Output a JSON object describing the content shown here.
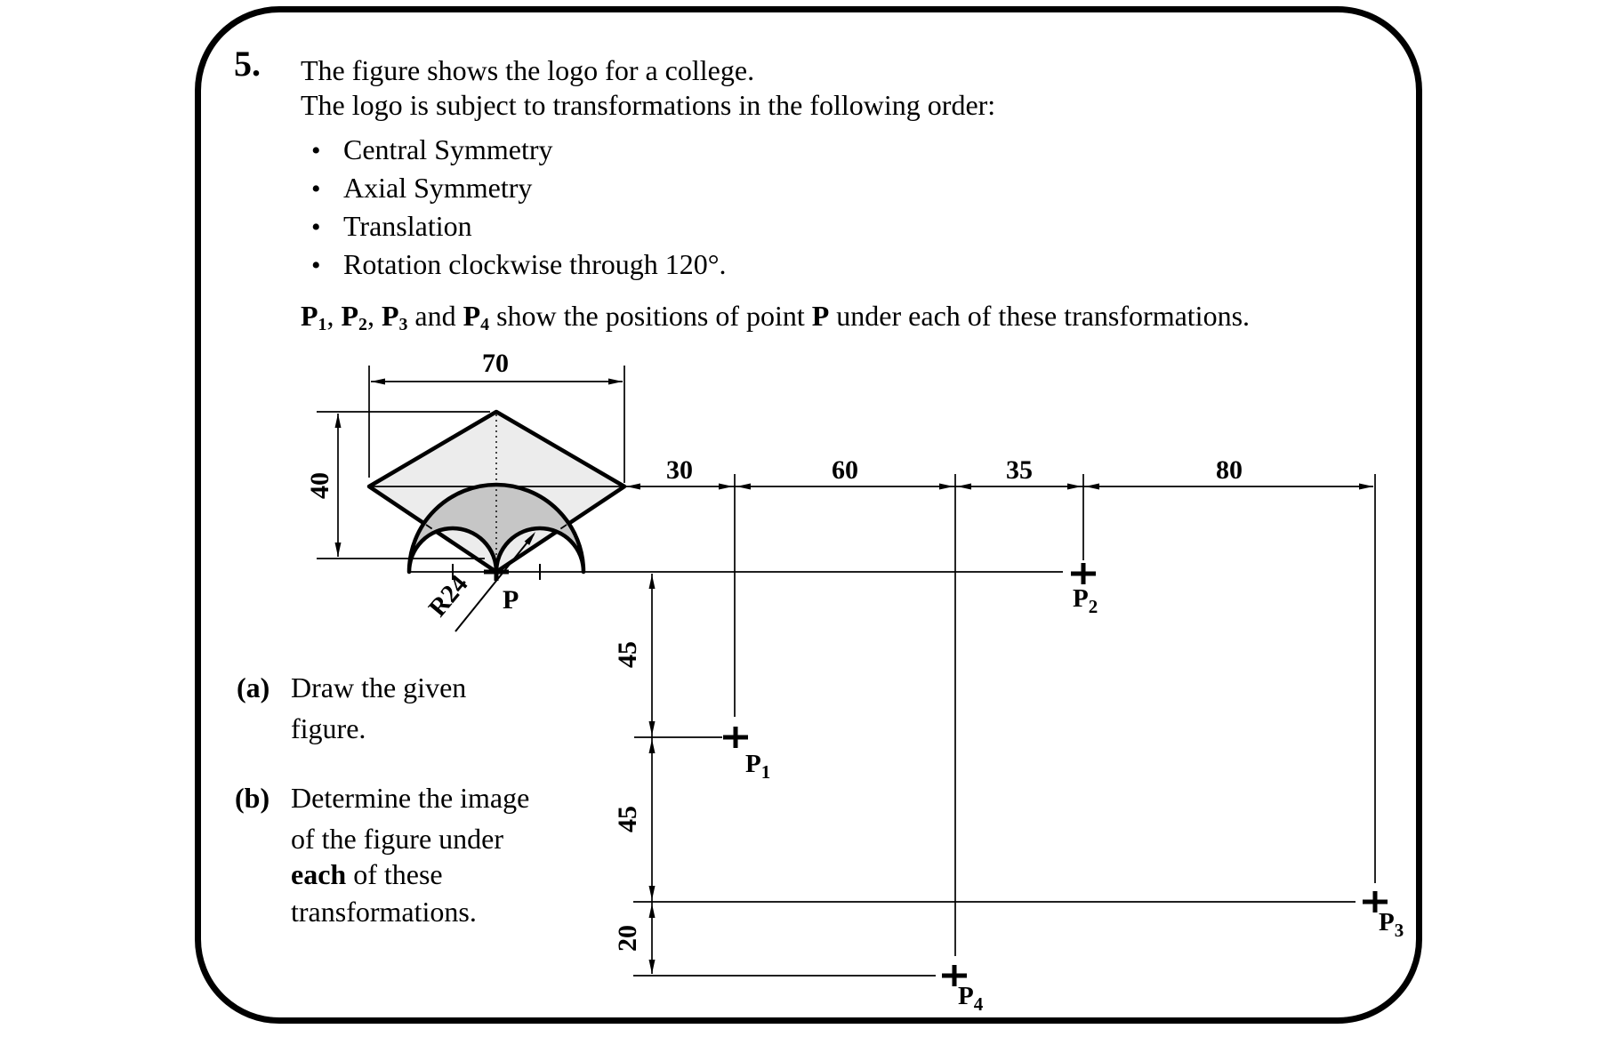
{
  "page": {
    "question_number": "5.",
    "intro_line1": "The figure shows the logo for a college.",
    "intro_line2": "The logo is subject to transformations in the following order:",
    "bullet_glyph": "•",
    "bullets": [
      "Central Symmetry",
      "Axial Symmetry",
      "Translation",
      "Rotation clockwise through 120°."
    ],
    "points_sentence": {
      "p": "P",
      "sub1": "1",
      "sub2": "2",
      "sub3": "3",
      "sub4": "4",
      "sep": ", ",
      "and_word": " and ",
      "mid": " show the positions of point ",
      "p_main": "P",
      "tail": " under each of these transformations."
    },
    "part_a": {
      "label": "(a)",
      "line1": "Draw the given",
      "line2": "figure."
    },
    "part_b": {
      "label": "(b)",
      "line1": "Determine the image",
      "line2": "of the figure under",
      "line3_bold": "each",
      "line3_rest": " of these",
      "line4": "transformations."
    }
  },
  "diagram": {
    "dim_width": "70",
    "dim_height": "40",
    "radius_label": "R24",
    "h_segments": [
      "30",
      "60",
      "35",
      "80"
    ],
    "v_segments": [
      "45",
      "45",
      "20"
    ],
    "point_label": "P",
    "point_subs": [
      "1",
      "2",
      "3",
      "4"
    ],
    "colors": {
      "cap_light": "#ececec",
      "cap_dark": "#c6c6c6",
      "ink": "#000000"
    }
  }
}
